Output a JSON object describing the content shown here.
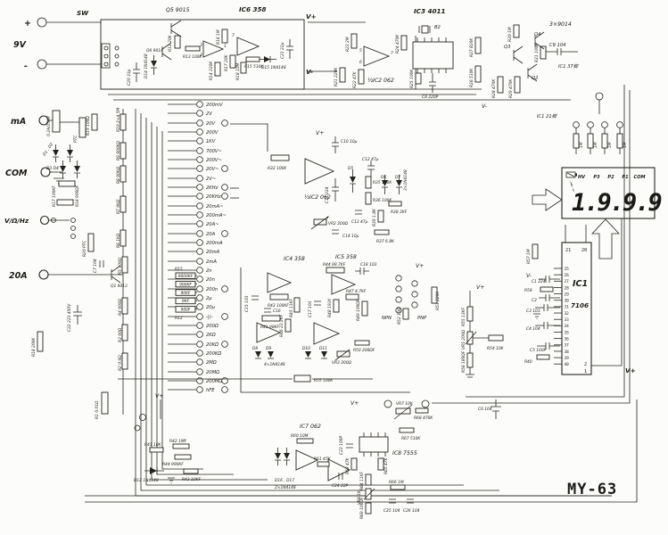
{
  "model": "MY-63",
  "pins": {
    "n1": "1",
    "n2": "2",
    "n3": "3",
    "n5": "5",
    "n6": "6",
    "n7": "7"
  },
  "power": {
    "plus": "+",
    "minus": "-",
    "battery": "9V",
    "sw": "SW",
    "c20": "C20 33µ",
    "q5": "Q5 9015",
    "ic6": "IC6 358",
    "q6": "Q6 9014",
    "d14": "D14 1N4148",
    "r72": "R12 20K",
    "r73": "R13 100K",
    "r76": "R16 1M",
    "r74": "R14 220K",
    "r77": "R17 20K",
    "r78": "R18 10M",
    "r75": "R15 510K",
    "d15": "D15 1N4148",
    "c21": "C21 22µ",
    "vplus": "V+",
    "vminus": "V-"
  },
  "clock": {
    "ic3": "IC3 4011",
    "b2": "B2",
    "r24": "R24 470K",
    "r25": "R25 100K",
    "c8": "C8 220P",
    "ic2a": "½IC2 062",
    "r23": "R23 2M",
    "r21": "R21 220K",
    "r22": "R22 47K",
    "r27": "R27 820K",
    "r26": "R26 510K",
    "vminus": "V-",
    "r28": "R28 470K",
    "r29": "R29 470K",
    "r30": "R30 1M",
    "r31": "R31 100K",
    "q2": "Q2",
    "q3": "Q3",
    "q4": "Q4",
    "trio": "3×9014",
    "c9": "C9  104",
    "pin37": "IC1 37脚",
    "pin21": "IC1 21脚"
  },
  "display": {
    "digits": "1.9.9.9",
    "annunciators": [
      "HV",
      "P3",
      "P2",
      "P1",
      "COM"
    ],
    "resistors": [
      "1M",
      "1M",
      "1M",
      "1M"
    ]
  },
  "adc": {
    "name": "IC1",
    "part": "7106",
    "pin_top_left": "21",
    "pin_top_right": "20",
    "pins_left": [
      "25",
      "26",
      "27",
      "28",
      "29",
      "30",
      "31",
      "32",
      "33",
      "34",
      "35",
      "36",
      "37",
      "38",
      "39",
      "40"
    ],
    "pin2": "2",
    "pin1": "1",
    "vplus": "V+",
    "vminus": "V-",
    "r57": "R57 1M",
    "r58": "R58",
    "c1": "C1 224",
    "c2": "C2",
    "c3": "C3 103",
    "c4": "C4 104",
    "c5": "C5 100P",
    "r40": "R40"
  },
  "ranges": [
    "200mV",
    "2V",
    "20V",
    "200V",
    "1KV",
    "700V~",
    "200V~",
    "20V~",
    "2V~",
    "2KHz",
    "20KHz",
    "20mA~",
    "200mA~",
    "20A~",
    "20A",
    "200mA",
    "20mA",
    "2mA",
    "2n",
    "20n",
    "200n",
    "2µ",
    "20µ",
    "-|(-",
    "200Ω",
    "2KΩ",
    "20KΩ",
    "200KΩ",
    "2MΩ",
    "20MΩ",
    "200MΩ",
    "hFE"
  ],
  "terminals": {
    "ma": "mA",
    "com": "COM",
    "v": "V/Ω/Hz",
    "a20": "20A",
    "fuse": "0.2A/250V",
    "ptc": "PTC"
  },
  "input": {
    "d12_label": "D1 , D2",
    "d34_label": "D3  D4",
    "r17": "R17 100KF",
    "r16": "R16 900ΩF",
    "r20": "R20 PTC",
    "r19": "R19 100Ω",
    "r18": "R18 200K",
    "c22": "C22 223 450V",
    "q1": "Q1 9013",
    "c7": "C7 104",
    "r1": "R1 0.01Ω"
  },
  "divider": [
    "R10 2×4.5M",
    "R9 900KΩ",
    "R8 90KΩ",
    "R7 9KΩ",
    "R6 1KΩ",
    "R5 100Ω",
    "R4 900Ω",
    "R3 90Ω",
    "R2 0.9Ω"
  ],
  "ohm_ladder": {
    "top": "R15",
    "bottom": "R12",
    "values": [
      "9000KF",
      "900KF",
      "90KF",
      "9KF",
      "900F"
    ]
  },
  "buffer": {
    "r32": "R32 100K",
    "ic2b": "½IC2 062",
    "vplus": "V+",
    "c10": "C10 10µ",
    "c11": "C11 224",
    "d5": "D5",
    "d6": "D6",
    "d7": "D7",
    "trio": "3×1N4148",
    "c12": "C12 47µ",
    "r35": "R35 100K",
    "r36": "R36 100K",
    "r38": "R38 3KF",
    "r39": "R39 1.8K",
    "c13": "C13 47µ",
    "vr2": "VR2 200Ω",
    "c14": "C14 10µ",
    "r37": "R37 6.8K"
  },
  "acdc": {
    "ic4": "IC4 358",
    "ic5": "IC5 358",
    "r42": "R42 100KF",
    "c15": "C15 103",
    "c16": "C16",
    "r41": "R41 98KF",
    "r45": "R45 11KF",
    "r46": "R46 23.2KF",
    "r44": "R44 99.7KF",
    "c17": "C17 103",
    "c18": "C18 103",
    "r47": "R47 4.7KF",
    "r48": "R48 191K",
    "r49": "R49 100ΩF",
    "vr3": "VR3 200Ω",
    "r50": "R50 200ΩF",
    "diodes": "4×1N4148",
    "d8": "D8",
    "d9": "D9",
    "d10": "D10",
    "d11": "D11",
    "r55b": "R55 100K"
  },
  "hfe": {
    "npn": "NPN",
    "pnp": "PNP",
    "r53": "R53 220K",
    "r52": "R52 10Ω",
    "vplus": "V+"
  },
  "ref": {
    "vplus": "V+",
    "r55": "R55 13KF",
    "vr5": "VR5 200Ω",
    "r56": "R56 180ΩF",
    "r54": "R54 10K"
  },
  "buzzer": {
    "ic7": "IC7 062",
    "r60": "R60 10M",
    "d1617": "D16 , D17",
    "d1617b": "2×1N4148",
    "r61": "R61 47K",
    "c24": "C24 22P",
    "c23": "C23 100P",
    "ic8": "IC8 7555",
    "vr7": "VR7 10K",
    "r68": "R68 470K",
    "r67": "R67 510K",
    "r63": "R63 47K",
    "r65": "R65 47K",
    "r64": "R64 11KF",
    "vr6": "VR6 1K",
    "r69": "R69 100ΩF",
    "r66": "R66 1M",
    "c25": "C25 104",
    "c26": "C26 104",
    "vplus": "V+"
  },
  "logic": {
    "r41": "R41 10K",
    "r42": "R42 1MF",
    "r44": "R44 990KF",
    "r43": "R43 10KF",
    "d12": "D12 1N4148",
    "vplus": "V+"
  },
  "misc": {
    "c6": "C6 104",
    "vplus": "V+"
  }
}
